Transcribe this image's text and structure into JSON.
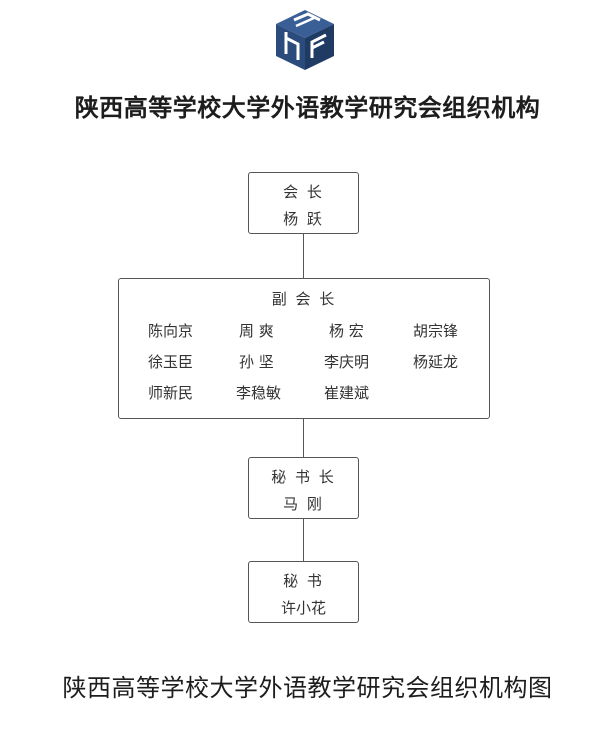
{
  "header": {
    "title": "陕西高等学校大学外语教学研究会组织机构",
    "logo_color": "#2a4b7c"
  },
  "chart": {
    "president": {
      "role": "会 长",
      "name": "杨 跃"
    },
    "vice_presidents": {
      "role": "副 会 长",
      "names": [
        "陈向京",
        "周 爽",
        "杨 宏",
        "胡宗锋",
        "徐玉臣",
        "孙 坚",
        "李庆明",
        "杨延龙",
        "师新民",
        "李稳敏",
        "崔建斌"
      ]
    },
    "secretary_general": {
      "role": "秘 书 长",
      "name": "马 刚"
    },
    "secretary": {
      "role": "秘 书",
      "name": "许小花"
    }
  },
  "footer": {
    "caption": "陕西高等学校大学外语教学研究会组织机构图"
  }
}
